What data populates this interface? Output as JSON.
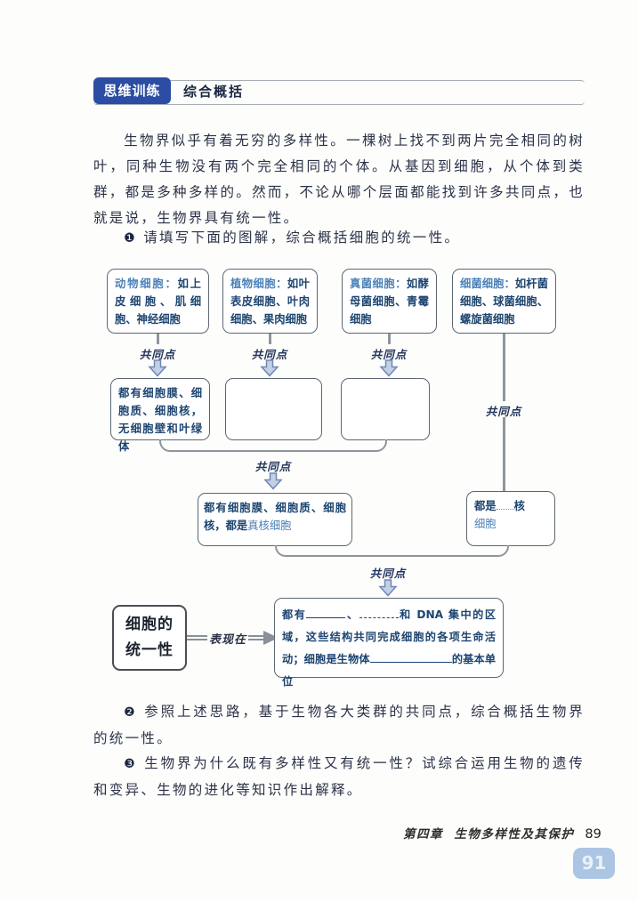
{
  "header": {
    "tab": "思维训练",
    "title": "综合概括"
  },
  "intro": "生物界似乎有着无穷的多样性。一棵树上找不到两片完全相同的树叶，同种生物没有两个完全相同的个体。从基因到细胞，从个体到类群，都是多种多样的。然而，不论从哪个层面都能找到许多共同点，也就是说，生物界具有统一性。",
  "task1": {
    "num": "❶",
    "text": "请填写下面的图解，综合概括细胞的统一性。"
  },
  "task2": {
    "num": "❷",
    "text": "参照上述思路，基于生物各大类群的共同点，综合概括生物界的统一性。"
  },
  "task3": {
    "num": "❸",
    "text": "生物界为什么既有多样性又有统一性？试综合运用生物的遗传和变异、生物的进化等知识作出解释。"
  },
  "diagram": {
    "common_point": "共同点",
    "cell_type_boxes": [
      {
        "label": "动物细胞：",
        "examples": "如上皮细胞、肌细胞、神经细胞"
      },
      {
        "label": "植物细胞：",
        "examples": "如叶表皮细胞、叶肉细胞、果肉细胞"
      },
      {
        "label": "真菌细胞：",
        "examples": "如酵母菌细胞、青霉细胞"
      },
      {
        "label": "细菌细胞：",
        "examples": "如杆菌细胞、球菌细胞、螺旋菌细胞"
      }
    ],
    "animal_common_box": "都有细胞膜、细胞质、细胞核，无细胞壁和叶绿体",
    "eukaryote_box": {
      "printed": "都有细胞膜、细胞质、细胞核，",
      "printed2": "都是",
      "filled_answer": "真核细胞"
    },
    "prokaryote_box": {
      "prefix": "都是",
      "after_blank": "核",
      "line2": "细胞"
    },
    "unity_box": {
      "line1": "细胞的",
      "line2": "统一性"
    },
    "relation_arrow_label": "表现在",
    "summary_box": {
      "seg1": "都有",
      "seg2": "、",
      "seg3": "和 DNA 集中的区域，这些结构共同完成细胞的各项生命活动；细胞是生物体",
      "seg4": "的基本单位"
    }
  },
  "footer": {
    "chapter": "第四章",
    "section_title": "生物多样性及其保护",
    "page_number": "89",
    "corner_page": "91"
  }
}
